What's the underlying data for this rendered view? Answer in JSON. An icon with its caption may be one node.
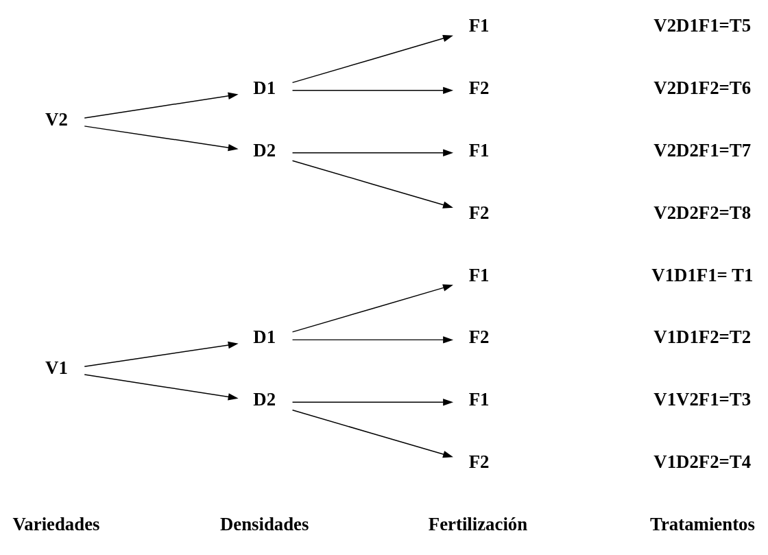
{
  "diagram": {
    "nodes": [
      {
        "text": [
          "V1"
        ]
      },
      {
        "text": [
          "D1"
        ]
      },
      {
        "text": [
          "D2"
        ]
      },
      {
        "text": [
          "F1"
        ]
      },
      {
        "text": [
          "F2"
        ]
      },
      {
        "text": [
          "F1"
        ]
      },
      {
        "text": [
          "F2"
        ]
      },
      {
        "text": [
          "V2"
        ]
      },
      {
        "text": [
          "D1"
        ]
      },
      {
        "text": [
          "D2"
        ]
      },
      {
        "text": [
          "F1"
        ]
      },
      {
        "text": [
          "F2"
        ]
      },
      {
        "text": [
          "F1"
        ]
      },
      {
        "text": [
          "F2"
        ]
      }
    ],
    "edges": [
      {
        "from": 0,
        "to": 1,
        "arrow": "to"
      },
      {
        "from": 0,
        "to": 2,
        "arrow": "to"
      },
      {
        "from": 1,
        "to": 3,
        "arrow": "to"
      },
      {
        "from": 1,
        "to": 4,
        "arrow": "to"
      },
      {
        "from": 2,
        "to": 5,
        "arrow": "to"
      },
      {
        "from": 2,
        "to": 6,
        "arrow": "to"
      },
      {
        "from": 7,
        "to": 8,
        "arrow": "to"
      },
      {
        "from": 7,
        "to": 9,
        "arrow": "to"
      },
      {
        "from": 8,
        "to": 10,
        "arrow": "to"
      },
      {
        "from": 8,
        "to": 11,
        "arrow": "to"
      },
      {
        "from": 9,
        "to": 12,
        "arrow": "to"
      },
      {
        "from": 9,
        "to": 13,
        "arrow": "to"
      }
    ],
    "labels": [
      "Variedades",
      "Densidades",
      "Fertilización",
      "Tratamientos",
      "V1D1F1= T1",
      "V1D1F2=T2",
      "V1V2F1=T3",
      "V1D2F2=T4",
      "V2D1F1=T5",
      "V2D1F2=T6",
      "V2D2F1=T7",
      "V2D2F2=T8"
    ]
  }
}
